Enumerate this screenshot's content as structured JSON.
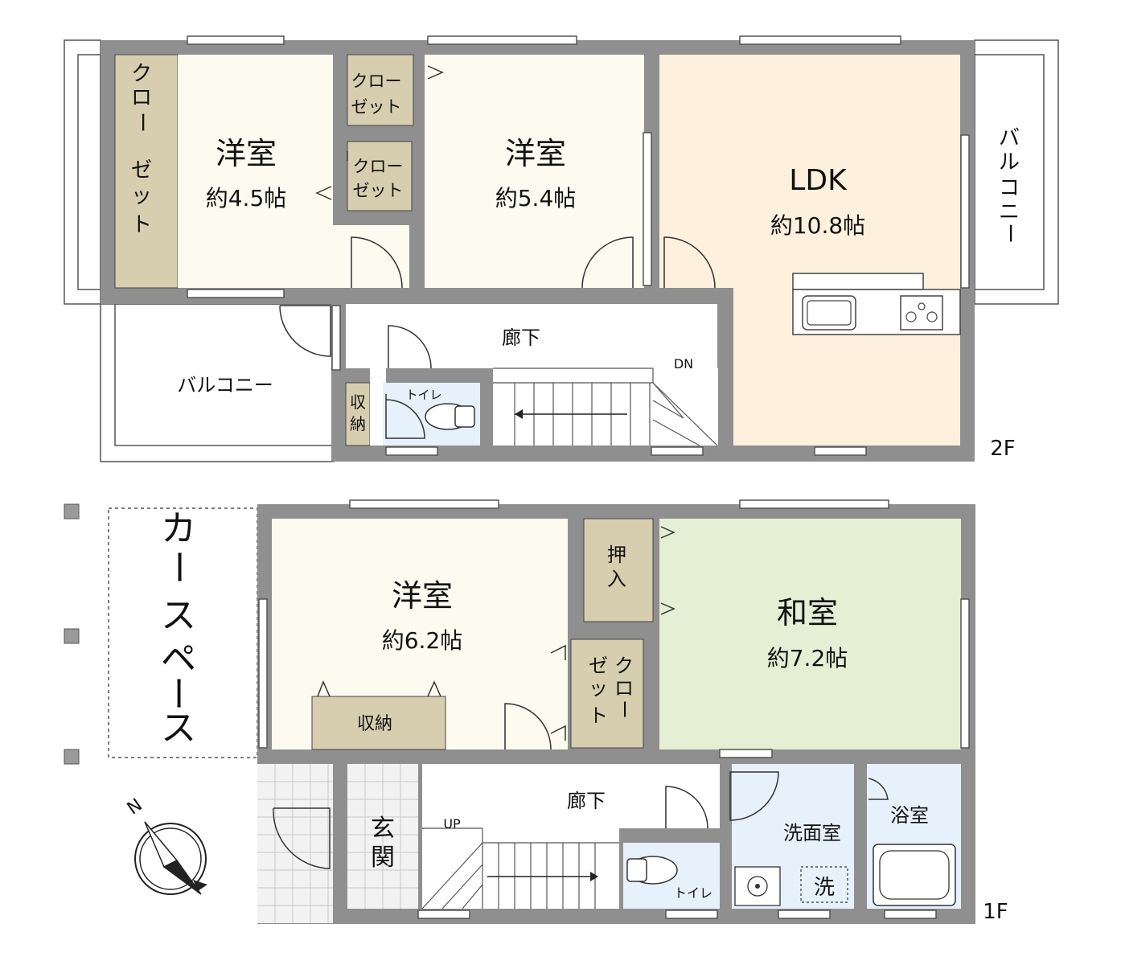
{
  "floor2": {
    "label": "2F",
    "rooms": {
      "western_a": {
        "name": "洋室",
        "size": "約4.5帖"
      },
      "western_b": {
        "name": "洋室",
        "size": "約5.4帖"
      },
      "ldk": {
        "name": "LDK",
        "size": "約10.8帖"
      }
    },
    "closet_left": [
      "ク",
      "ロ",
      "ー",
      "ゼ",
      "ッ",
      "ト"
    ],
    "closet_top": [
      "クロー",
      "ゼット"
    ],
    "closet_mid": [
      "クロー",
      "ゼット"
    ],
    "balcony_right": [
      "バ",
      "ル",
      "コ",
      "ニ",
      "ー"
    ],
    "balcony_left": "バルコニー",
    "corridor": "廊下",
    "storage": [
      "収",
      "納"
    ],
    "toilet": "トイレ",
    "stairs_label": "DN"
  },
  "floor1": {
    "label": "1F",
    "rooms": {
      "western": {
        "name": "洋室",
        "size": "約6.2帖"
      },
      "japanese": {
        "name": "和室",
        "size": "約7.2帖"
      }
    },
    "carspace": [
      "カ",
      "ー",
      "ス",
      "ペ",
      "ー",
      "ス"
    ],
    "oshiire": [
      "押",
      "入"
    ],
    "closet": {
      "col1": [
        "ク",
        "ロ",
        "ー"
      ],
      "col2": [
        "ゼ",
        "ッ",
        "ト"
      ]
    },
    "storage": "収納",
    "corridor": "廊下",
    "entrance": [
      "玄",
      "関"
    ],
    "stairs_label": "UP",
    "toilet": "トイレ",
    "washroom": "洗面室",
    "bathroom": "浴室",
    "washer": "洗"
  },
  "compass": {
    "label": "N"
  },
  "colors": {
    "wall": "#8f8f8f",
    "western": "#fdfbef",
    "ldk": "#fdf0dd",
    "closet": "#d7ceb0",
    "japanese": "#e5efd3",
    "wet": "#e6f1fb",
    "tile": "#f2f2f2"
  }
}
